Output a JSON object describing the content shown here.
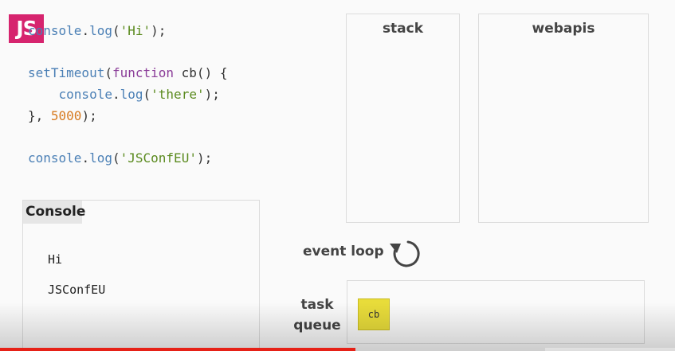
{
  "badge": {
    "label": "JS",
    "color": "#d6246e"
  },
  "code": {
    "lines": [
      {
        "parts": [
          {
            "t": "console",
            "k": "fn"
          },
          {
            "t": ".",
            "k": "p"
          },
          {
            "t": "log",
            "k": "fn"
          },
          {
            "t": "(",
            "k": "p"
          },
          {
            "t": "'Hi'",
            "k": "str"
          },
          {
            "t": ");",
            "k": "p"
          }
        ]
      },
      {
        "parts": []
      },
      {
        "parts": [
          {
            "t": "setTimeout",
            "k": "fn"
          },
          {
            "t": "(",
            "k": "p"
          },
          {
            "t": "function",
            "k": "kw"
          },
          {
            "t": " cb() {",
            "k": "p"
          }
        ]
      },
      {
        "parts": [
          {
            "t": "    ",
            "k": "p"
          },
          {
            "t": "console",
            "k": "fn"
          },
          {
            "t": ".",
            "k": "p"
          },
          {
            "t": "log",
            "k": "fn"
          },
          {
            "t": "(",
            "k": "p"
          },
          {
            "t": "'there'",
            "k": "str"
          },
          {
            "t": ");",
            "k": "p"
          }
        ]
      },
      {
        "parts": [
          {
            "t": "}, ",
            "k": "p"
          },
          {
            "t": "5000",
            "k": "num"
          },
          {
            "t": ");",
            "k": "p"
          }
        ]
      },
      {
        "parts": []
      },
      {
        "parts": [
          {
            "t": "console",
            "k": "fn"
          },
          {
            "t": ".",
            "k": "p"
          },
          {
            "t": "log",
            "k": "fn"
          },
          {
            "t": "(",
            "k": "p"
          },
          {
            "t": "'JSConfEU'",
            "k": "str"
          },
          {
            "t": ");",
            "k": "p"
          }
        ]
      }
    ]
  },
  "stack": {
    "title": "stack"
  },
  "webapis": {
    "title": "webapis"
  },
  "console": {
    "title": "Console",
    "output": [
      "Hi",
      "JSConfEU"
    ]
  },
  "event_loop": {
    "label": "event loop",
    "icon": "loop-arrow-icon"
  },
  "task_queue": {
    "label_line1": "task",
    "label_line2": "queue",
    "items": [
      "cb"
    ]
  },
  "progress": {
    "played": 0.526,
    "buffered": 0.807,
    "color": "#e62117"
  }
}
